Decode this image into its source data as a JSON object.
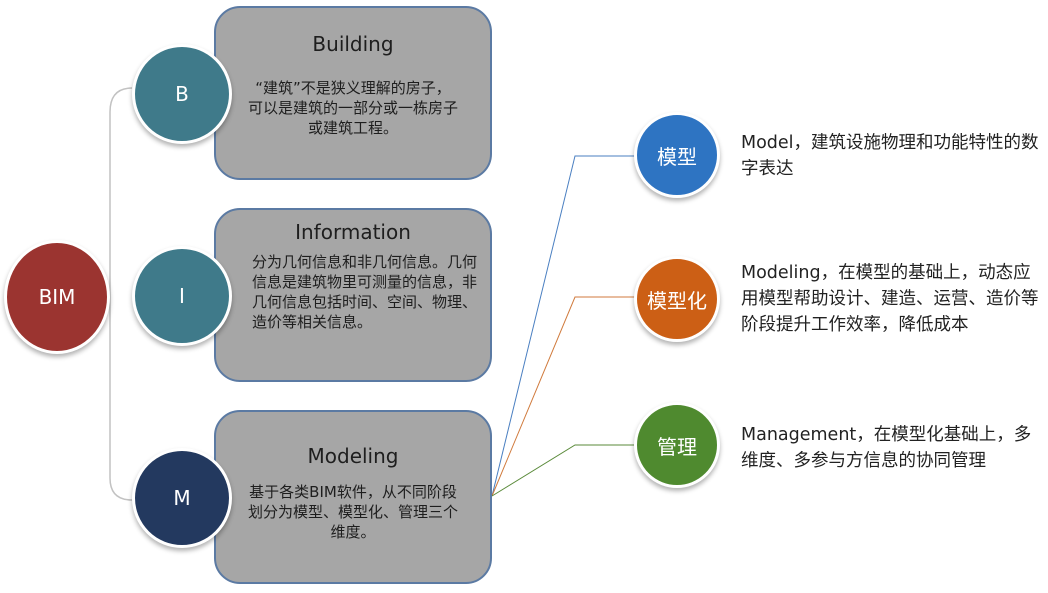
{
  "root": {
    "label": "BIM"
  },
  "letters": [
    {
      "letter": "B",
      "title": "Building",
      "body": "“建筑”不是狭义理解的房子，可以是建筑的一部分或一栋房子或建筑工程。"
    },
    {
      "letter": "I",
      "title": "Information",
      "body": "分为几何信息和非几何信息。几何信息是建筑物里可测量的信息，非几何信息包括时间、空间、物理、造价等相关信息。"
    },
    {
      "letter": "M",
      "title": "Modeling",
      "body": "基于各类BIM软件，从不同阶段划分为模型、模型化、管理三个维度。"
    }
  ],
  "terms": [
    {
      "label": "模型",
      "desc": "Model，建筑设施物理和功能特性的数字表达"
    },
    {
      "label": "模型化",
      "desc": "Modeling，在模型的基础上，动态应用模型帮助设计、建造、运营、造价等阶段提升工作效率，降低成本"
    },
    {
      "label": "管理",
      "desc": "Management，在模型化基础上，多维度、多参与方信息的协同管理"
    }
  ],
  "colors": {
    "root": "#9b3430",
    "teal": "#3f7a8a",
    "navy": "#23395f",
    "box": "#a6a6a6",
    "model": "#2e74c2",
    "modeling": "#cc5f15",
    "management": "#4f8a2f"
  }
}
